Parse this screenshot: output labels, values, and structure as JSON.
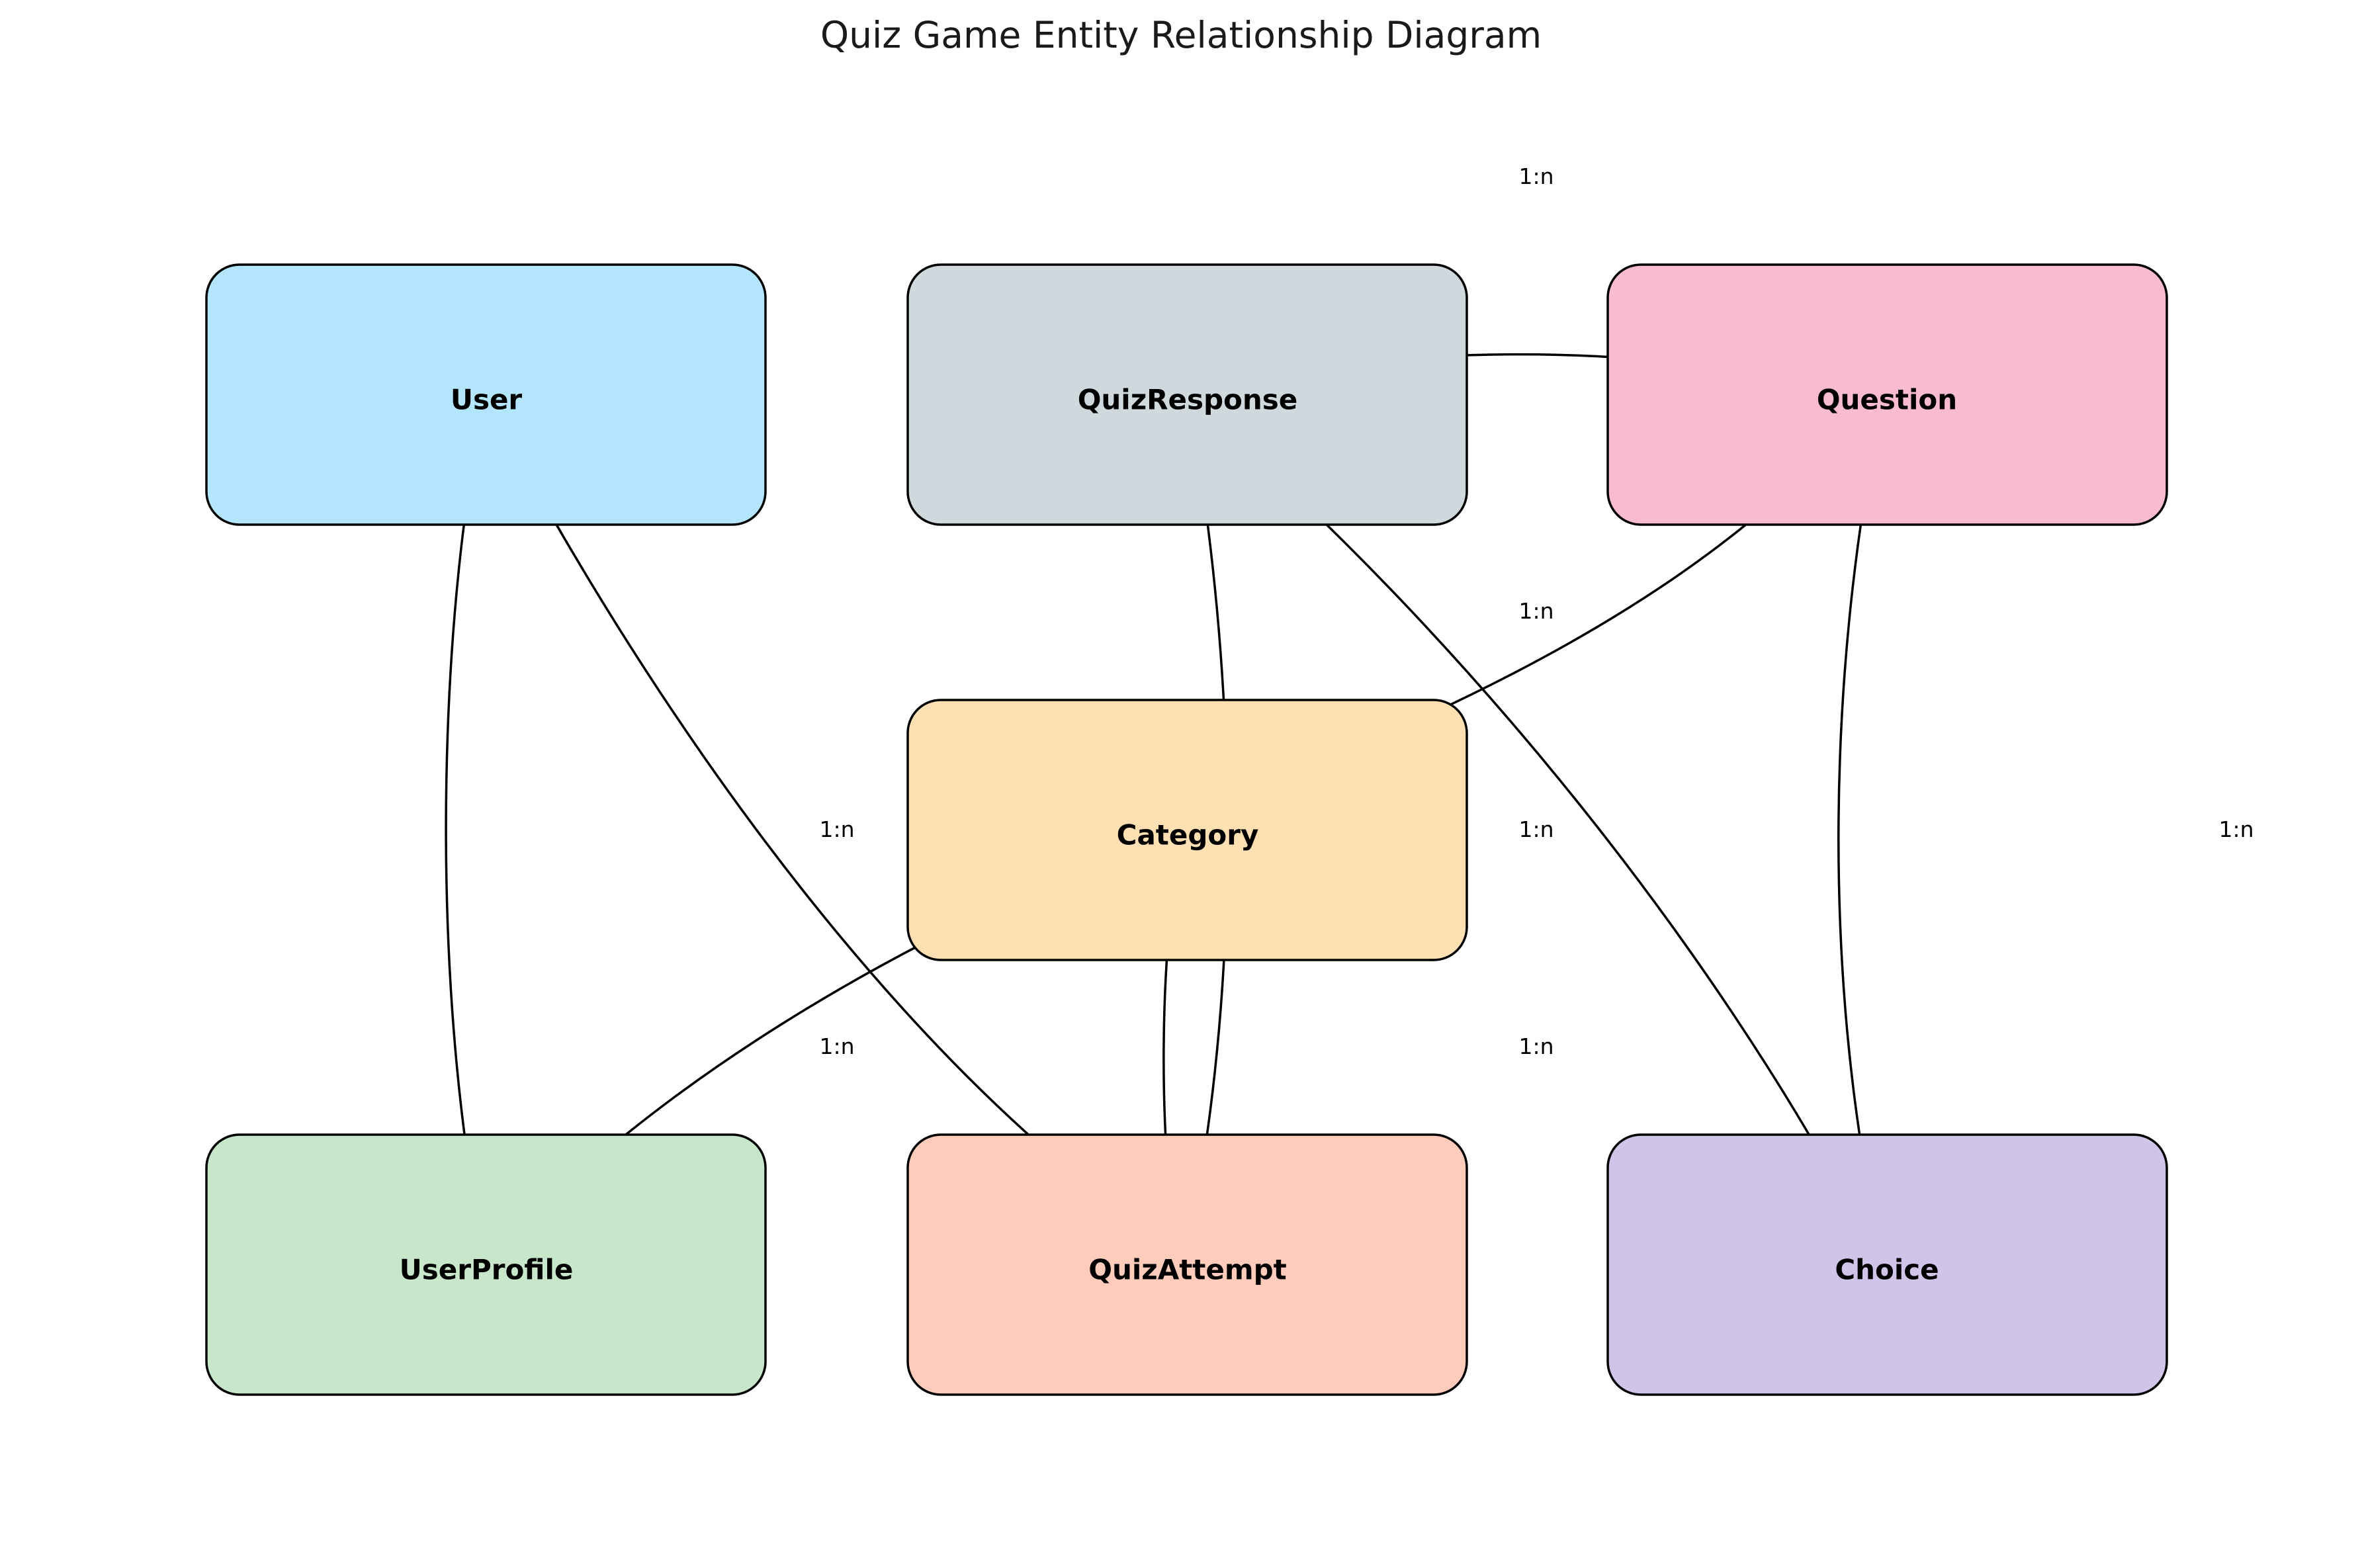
{
  "title": "Quiz Game Entity Relationship Diagram",
  "entities": {
    "user": {
      "label": "User",
      "color": "#b3e5fc"
    },
    "quizresponse": {
      "label": "QuizResponse",
      "color": "#cfd8dc"
    },
    "question": {
      "label": "Question",
      "color": "#f8bbd0"
    },
    "category": {
      "label": "Category",
      "color": "#ffe0b2"
    },
    "userprofile": {
      "label": "UserProfile",
      "color": "#c8e6c9"
    },
    "quizattempt": {
      "label": "QuizAttempt",
      "color": "#ffccbc"
    },
    "choice": {
      "label": "Choice",
      "color": "#d1c4e9"
    }
  },
  "relationships": [
    {
      "from": "User",
      "to": "UserProfile",
      "label": "1:n"
    },
    {
      "from": "User",
      "to": "QuizAttempt",
      "label": "1:n"
    },
    {
      "from": "Category",
      "to": "QuizAttempt",
      "label": "1:n"
    },
    {
      "from": "QuizAttempt",
      "to": "QuizResponse",
      "label": "1:n"
    },
    {
      "from": "Question",
      "to": "QuizResponse",
      "label": "1:n"
    },
    {
      "from": "Choice",
      "to": "QuizResponse",
      "label": "1:n"
    },
    {
      "from": "Question",
      "to": "Choice",
      "label": "1:n"
    },
    {
      "from": "Category",
      "to": "Question",
      "label": "1:n"
    }
  ]
}
